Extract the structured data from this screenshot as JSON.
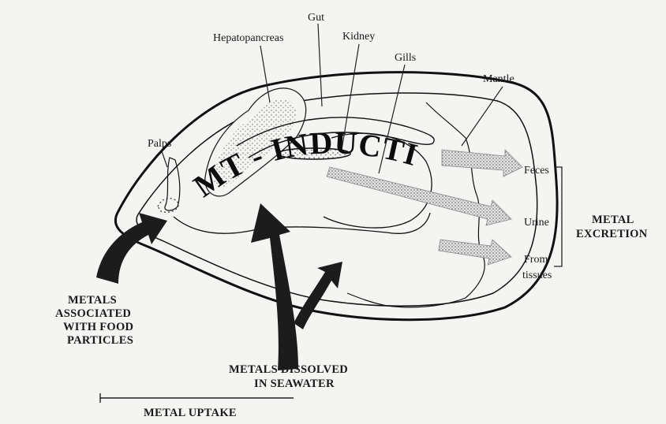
{
  "labels": {
    "gut": "Gut",
    "hepatopancreas": "Hepatopancreas",
    "kidney": "Kidney",
    "gills": "Gills",
    "mantle": "Mantle",
    "palps": "Palps",
    "feces": "Feces",
    "urine": "Urine",
    "from_tissues_1": "From",
    "from_tissues_2": "tissues",
    "metal_excretion_1": "METAL",
    "metal_excretion_2": "EXCRETION",
    "food_particles_1": "METALS",
    "food_particles_2": "ASSOCIATED",
    "food_particles_3": "WITH FOOD",
    "food_particles_4": "PARTICLES",
    "dissolved_1": "METALS DISSOLVED",
    "dissolved_2": "IN SEAWATER",
    "metal_uptake": "METAL UPTAKE"
  },
  "central_title": "MT - INDUCTION",
  "colors": {
    "background": "#f4f4f2",
    "ink": "#111111",
    "arrow_dark": "#1c1c1c",
    "arrow_stipple": "#bdbdbd"
  }
}
